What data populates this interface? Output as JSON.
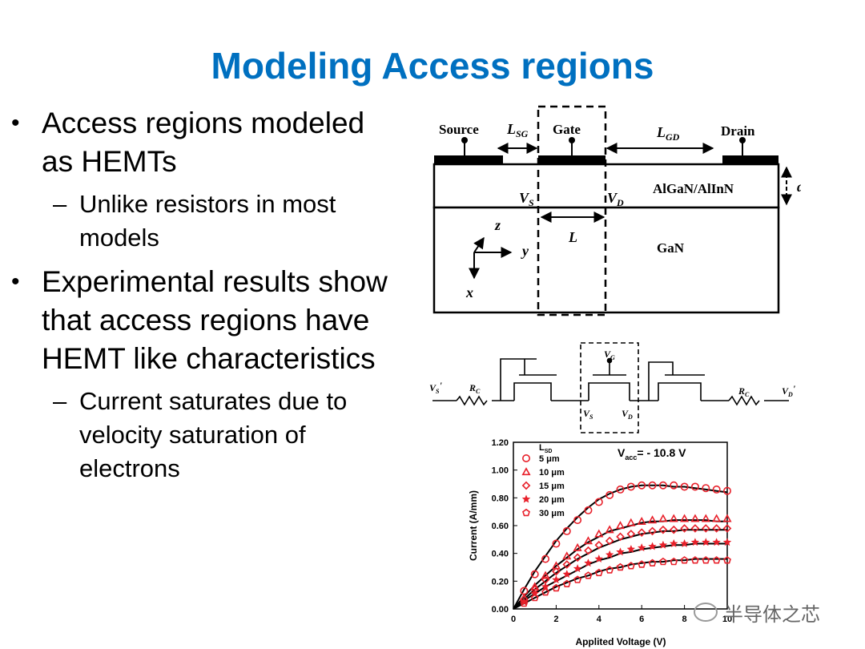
{
  "slide": {
    "title": "Modeling Access regions",
    "bullets": [
      {
        "level": 1,
        "text": "Access regions modeled as HEMTs"
      },
      {
        "level": 2,
        "text": "Unlike resistors in most models"
      },
      {
        "level": 1,
        "text": "Experimental results show that access regions have HEMT like characteristics"
      },
      {
        "level": 2,
        "text": "Current saturates due to velocity saturation of electrons"
      }
    ]
  },
  "device_diagram": {
    "source": "Source",
    "gate": "Gate",
    "drain": "Drain",
    "lsg": "L",
    "lsg_sub": "SG",
    "lgd": "L",
    "lgd_sub": "GD",
    "barrier": "AlGaN/AlInN",
    "channel": "GaN",
    "vs": "V",
    "vs_sub": "S",
    "vd": "V",
    "vd_sub": "D",
    "l": "L",
    "d": "d",
    "axis_z": "z",
    "axis_y": "y",
    "axis_x": "x"
  },
  "circuit": {
    "vs_prime": "V",
    "vs_prime_sub": "S",
    "rc": "R",
    "rc_sub": "C",
    "vg": "V",
    "vg_sub": "G",
    "vs": "V",
    "vs_sub": "S",
    "vd": "V",
    "vd_sub": "D",
    "vd_prime": "V",
    "vd_prime_sub": "D"
  },
  "chart_data": {
    "type": "scatter",
    "xlabel": "Applited Voltage (V)",
    "ylabel": "Current (A/mm)",
    "xlim": [
      0,
      10
    ],
    "ylim": [
      0,
      1.2
    ],
    "xticks": [
      "0",
      "2",
      "4",
      "6",
      "8",
      "10"
    ],
    "yticks": [
      "0.00",
      "0.20",
      "0.40",
      "0.60",
      "0.80",
      "1.00",
      "1.20"
    ],
    "annotation": "V",
    "annotation_sub": "acc",
    "annotation_rest": "= - 10.8 V",
    "legend_title": "L",
    "legend_title_sub": "SD",
    "legend_position": "top-left",
    "marker_color": "#E8202A",
    "x": [
      0,
      0.5,
      1,
      1.5,
      2,
      2.5,
      3,
      3.5,
      4,
      4.5,
      5,
      5.5,
      6,
      6.5,
      7,
      7.5,
      8,
      8.5,
      9,
      9.5,
      10
    ],
    "series": [
      {
        "name": "5 μm",
        "marker": "circle",
        "values": [
          0,
          0.13,
          0.25,
          0.36,
          0.47,
          0.56,
          0.64,
          0.71,
          0.77,
          0.82,
          0.86,
          0.88,
          0.89,
          0.89,
          0.89,
          0.89,
          0.88,
          0.88,
          0.87,
          0.86,
          0.85
        ],
        "fit": [
          0,
          0.14,
          0.27,
          0.38,
          0.49,
          0.58,
          0.66,
          0.73,
          0.79,
          0.83,
          0.86,
          0.88,
          0.89,
          0.89,
          0.89,
          0.88,
          0.88,
          0.87,
          0.86,
          0.85,
          0.84
        ]
      },
      {
        "name": "10 μm",
        "marker": "triangle",
        "values": [
          0,
          0.08,
          0.16,
          0.24,
          0.31,
          0.38,
          0.44,
          0.49,
          0.54,
          0.57,
          0.6,
          0.62,
          0.63,
          0.64,
          0.65,
          0.65,
          0.65,
          0.65,
          0.65,
          0.65,
          0.65
        ],
        "fit": [
          0,
          0.09,
          0.17,
          0.24,
          0.31,
          0.37,
          0.43,
          0.48,
          0.52,
          0.56,
          0.58,
          0.6,
          0.62,
          0.63,
          0.63,
          0.64,
          0.64,
          0.64,
          0.64,
          0.63,
          0.63
        ]
      },
      {
        "name": "15 μm",
        "marker": "diamond",
        "values": [
          0,
          0.07,
          0.14,
          0.21,
          0.27,
          0.32,
          0.37,
          0.42,
          0.46,
          0.49,
          0.52,
          0.54,
          0.55,
          0.56,
          0.57,
          0.57,
          0.58,
          0.58,
          0.58,
          0.58,
          0.58
        ],
        "fit": [
          0,
          0.07,
          0.14,
          0.2,
          0.26,
          0.31,
          0.36,
          0.4,
          0.44,
          0.47,
          0.5,
          0.52,
          0.54,
          0.55,
          0.56,
          0.56,
          0.57,
          0.57,
          0.57,
          0.57,
          0.57
        ]
      },
      {
        "name": "20 μm",
        "marker": "star",
        "values": [
          0,
          0.05,
          0.11,
          0.16,
          0.21,
          0.25,
          0.29,
          0.33,
          0.36,
          0.39,
          0.41,
          0.43,
          0.44,
          0.45,
          0.46,
          0.47,
          0.47,
          0.48,
          0.48,
          0.48,
          0.48
        ],
        "fit": [
          0,
          0.06,
          0.11,
          0.16,
          0.2,
          0.24,
          0.28,
          0.32,
          0.35,
          0.37,
          0.4,
          0.41,
          0.43,
          0.44,
          0.45,
          0.46,
          0.46,
          0.47,
          0.47,
          0.47,
          0.47
        ]
      },
      {
        "name": "30 μm",
        "marker": "pentagon",
        "values": [
          0,
          0.04,
          0.08,
          0.12,
          0.15,
          0.18,
          0.21,
          0.24,
          0.26,
          0.28,
          0.3,
          0.31,
          0.32,
          0.33,
          0.34,
          0.34,
          0.35,
          0.35,
          0.35,
          0.35,
          0.35
        ],
        "fit": [
          0,
          0.04,
          0.08,
          0.12,
          0.16,
          0.19,
          0.22,
          0.24,
          0.27,
          0.29,
          0.3,
          0.32,
          0.33,
          0.34,
          0.34,
          0.35,
          0.35,
          0.36,
          0.36,
          0.36,
          0.36
        ]
      }
    ]
  },
  "watermark": {
    "text": "半导体之芯"
  }
}
